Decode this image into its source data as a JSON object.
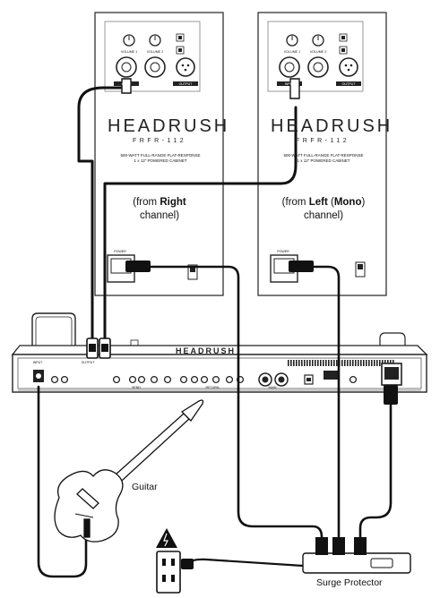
{
  "cabinet_right": {
    "brand": "HEADRUSH",
    "model": "FRFR-112",
    "spec_line1": "500-WATT FULL-RANGE FLAT-RESPONSE",
    "spec_line2": "1 x 12\" POWERED CABINET",
    "caption_prefix": "(from ",
    "caption_emphasis": "Right",
    "caption_suffix": "channel)",
    "panel_labels": {
      "volume1": "VOLUME 1",
      "volume2": "VOLUME 2",
      "input": "INPUT",
      "output": "OUTPUT",
      "power": "POWER"
    }
  },
  "cabinet_left": {
    "brand": "HEADRUSH",
    "model": "FRFR-112",
    "spec_line1": "500-WATT FULL-RANGE FLAT-RESPONSE",
    "spec_line2": "1 x 12\" POWERED CABINET",
    "caption_prefix": "(from ",
    "caption_emphasis1": "Left",
    "caption_mid": " (",
    "caption_emphasis2": "Mono",
    "caption_close": ")",
    "caption_suffix": "channel)",
    "panel_labels": {
      "volume1": "VOLUME 1",
      "volume2": "VOLUME 2",
      "input": "INPUT",
      "output": "OUTPUT",
      "power": "POWER"
    }
  },
  "pedalboard": {
    "brand": "HEADRUSH",
    "section_labels": [
      "INPUT",
      "OUTPUT",
      "SEND",
      "RETURN",
      "MAIN"
    ]
  },
  "guitar": {
    "label": "Guitar"
  },
  "surge_protector": {
    "label": "Surge Protector"
  },
  "warning_icon": "high-voltage-icon",
  "outlet_icon": "wall-outlet-icon"
}
